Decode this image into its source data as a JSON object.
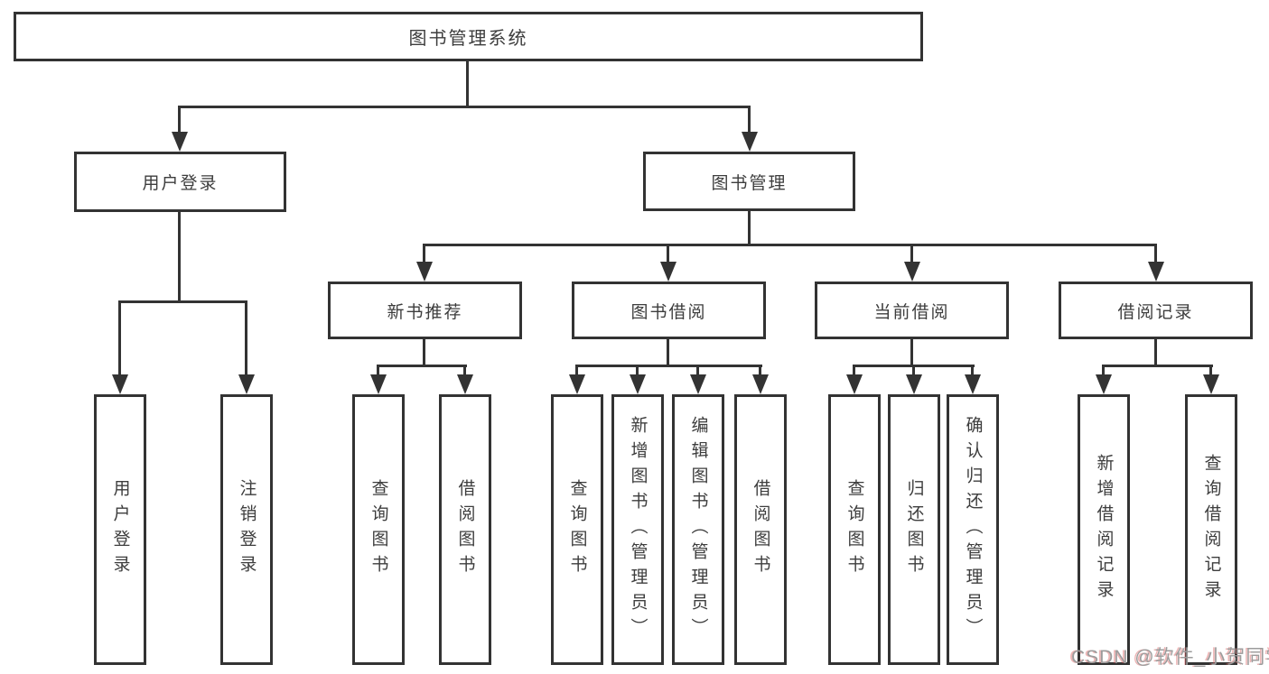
{
  "root": {
    "label": "图书管理系统",
    "children": [
      {
        "label": "用户登录",
        "children": [
          {
            "label": "用户登录"
          },
          {
            "label": "注销登录"
          }
        ]
      },
      {
        "label": "图书管理",
        "children": [
          {
            "label": "新书推荐",
            "children": [
              {
                "label": "查询图书"
              },
              {
                "label": "借阅图书"
              }
            ]
          },
          {
            "label": "图书借阅",
            "children": [
              {
                "label": "查询图书"
              },
              {
                "label": "新增图书（管理员）"
              },
              {
                "label": "编辑图书（管理员）"
              },
              {
                "label": "借阅图书"
              }
            ]
          },
          {
            "label": "当前借阅",
            "children": [
              {
                "label": "查询图书"
              },
              {
                "label": "归还图书"
              },
              {
                "label": "确认归还（管理员）"
              }
            ]
          },
          {
            "label": "借阅记录",
            "children": [
              {
                "label": "新增借阅记录"
              },
              {
                "label": "查询借阅记录"
              }
            ]
          }
        ]
      }
    ]
  },
  "watermark": {
    "text": "CSDN @软件_小贺同学"
  },
  "colors": {
    "line": "#333333",
    "text": "#3d3d3d",
    "bg": "#ffffff",
    "watermark": "#9c9c9c"
  }
}
